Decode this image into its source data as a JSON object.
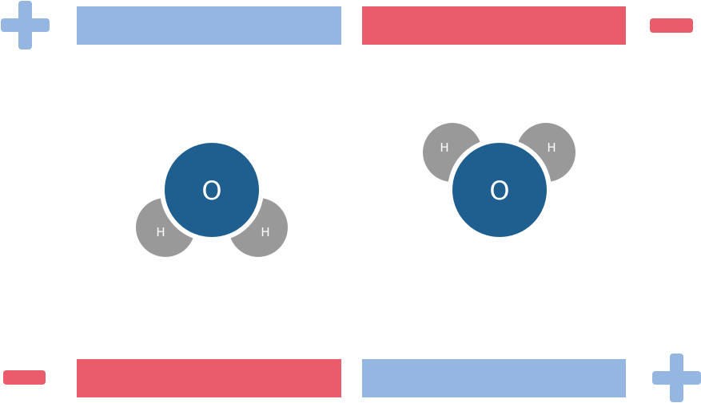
{
  "colors": {
    "positive": "#96b6e2",
    "negative": "#ea5b6c",
    "oxygen": "#1f5f8f",
    "hydrogen": "#999999"
  },
  "molecules": [
    {
      "oxygen_label": "O",
      "hydrogen_labels": [
        "H",
        "H"
      ],
      "orientation": "hydrogens-down"
    },
    {
      "oxygen_label": "O",
      "hydrogen_labels": [
        "H",
        "H"
      ],
      "orientation": "hydrogens-up"
    }
  ],
  "icons": [
    "plus-icon",
    "minus-icon",
    "minus-icon",
    "plus-icon"
  ]
}
